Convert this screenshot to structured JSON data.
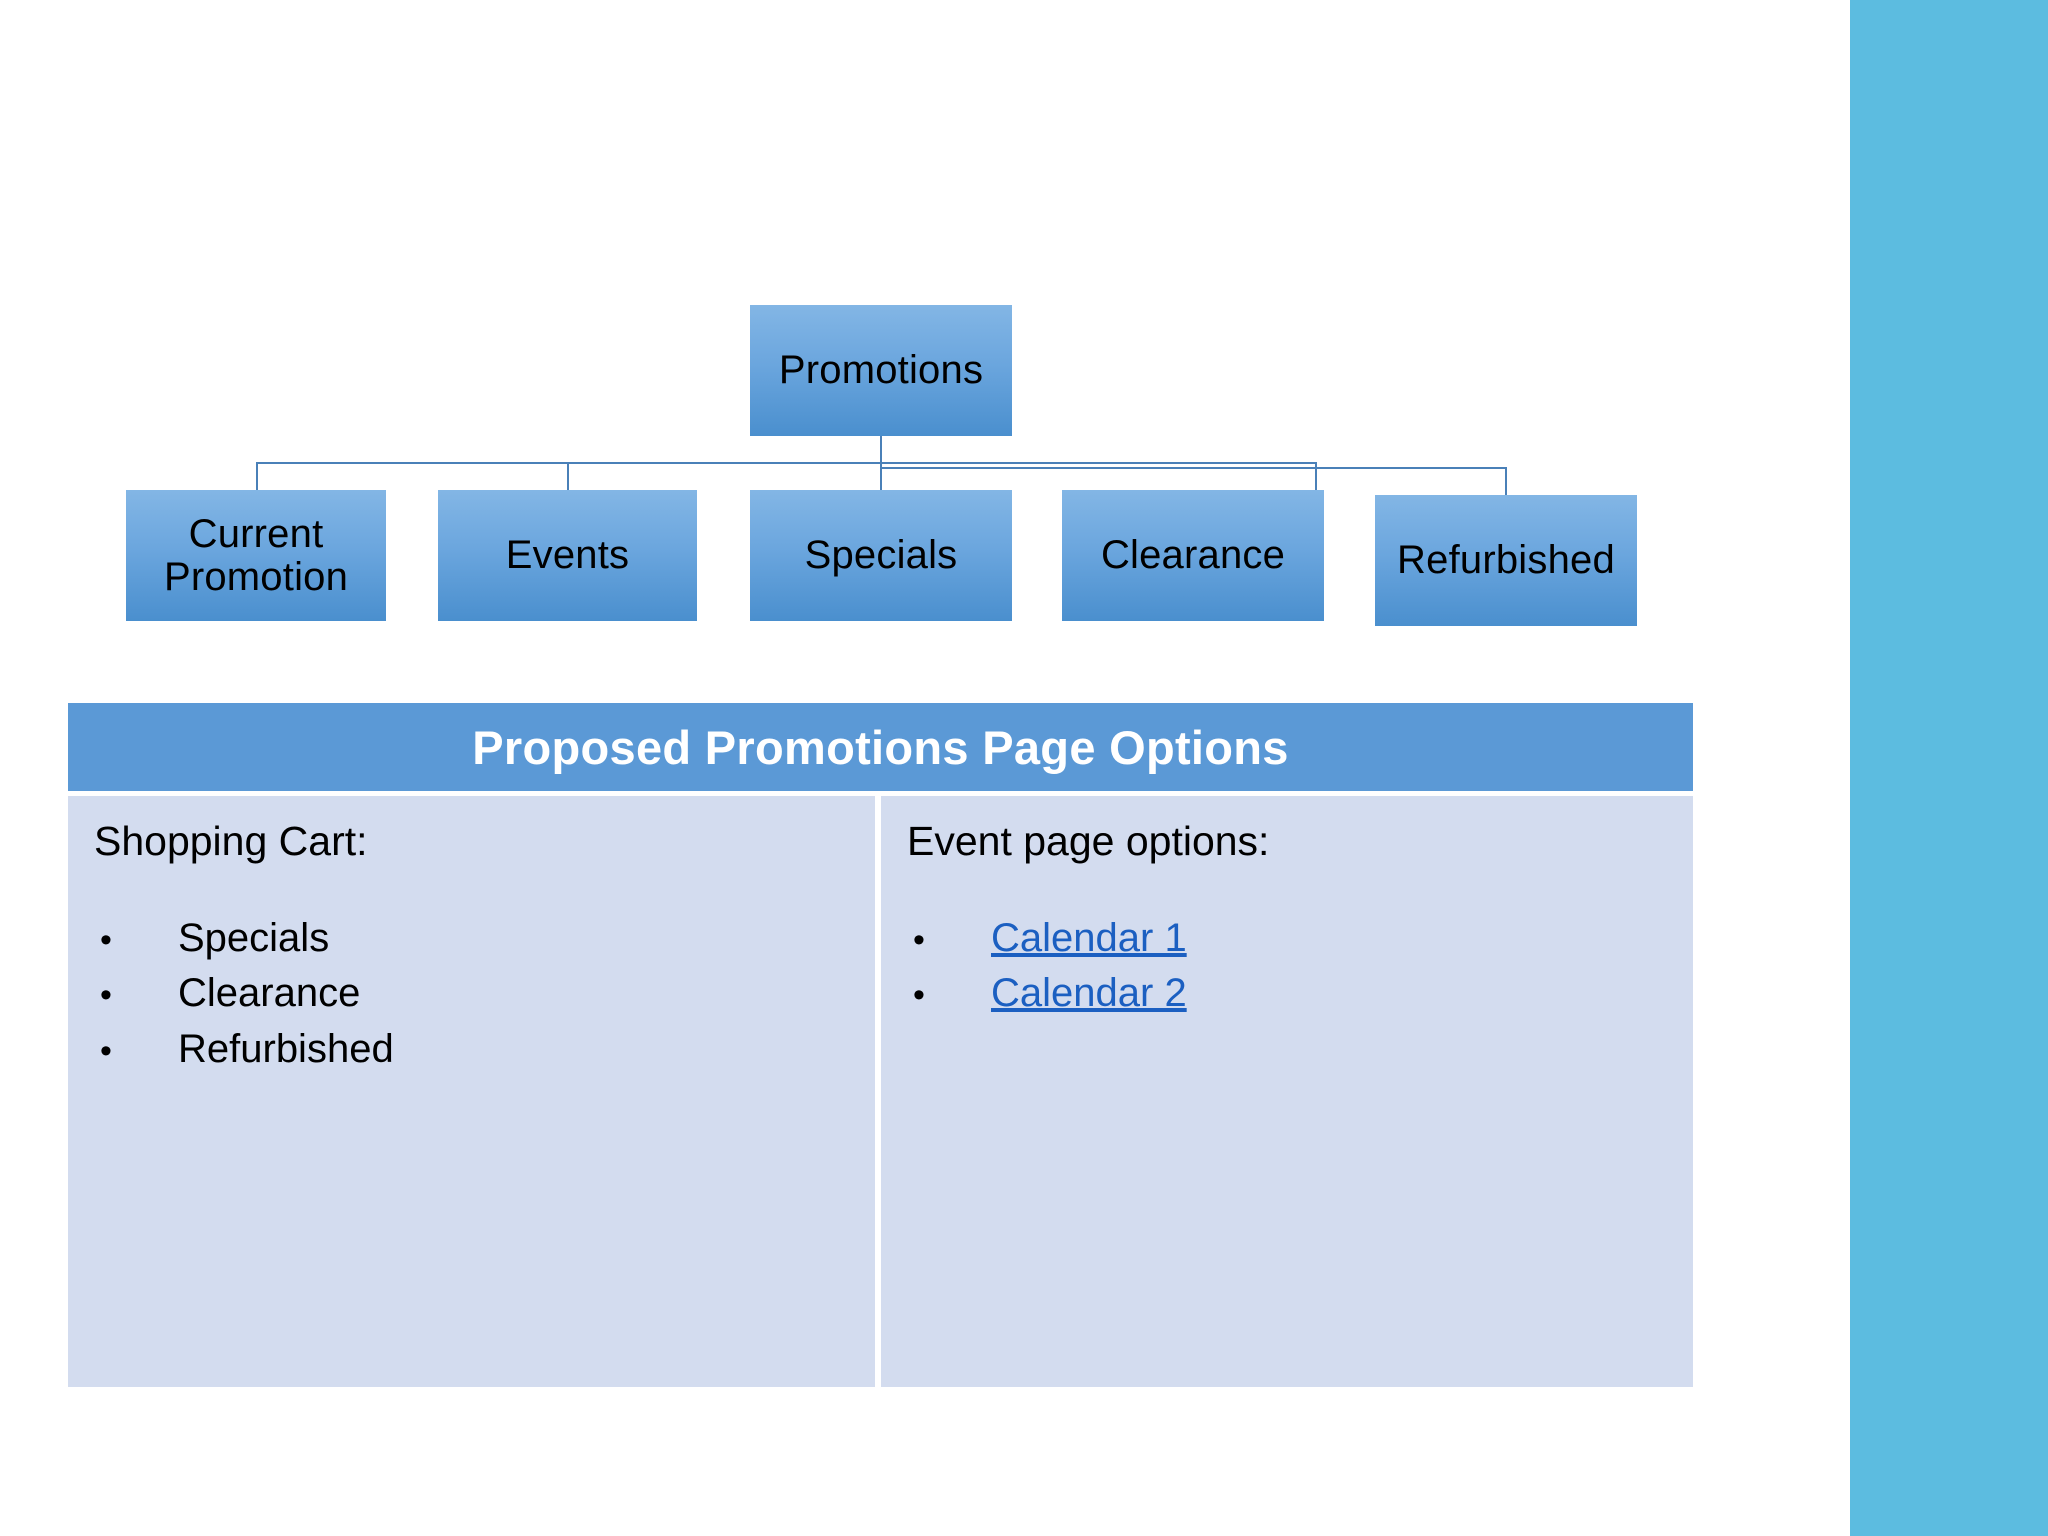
{
  "slide": {
    "background_color": "#FFFFFF",
    "accent_strip_color": "#5CBCE0",
    "node_fill_top": "#83B6E5",
    "node_fill_bottom": "#4A8FCE",
    "connector_color": "#4A80B8",
    "table_header_color": "#5B99D6",
    "table_cell_color": "#D3DCEF",
    "link_color": "#1B5FC1"
  },
  "org_chart": {
    "root": {
      "label": "Promotions"
    },
    "children": [
      {
        "label": "Current Promotion"
      },
      {
        "label": "Events"
      },
      {
        "label": "Specials"
      },
      {
        "label": "Clearance"
      },
      {
        "label": "Refurbished"
      }
    ]
  },
  "options_table": {
    "header": "Proposed Promotions Page Options",
    "columns": [
      {
        "title": "Shopping Cart:",
        "bullet_glyph": "•",
        "items": [
          {
            "label": "Specials",
            "is_link": false
          },
          {
            "label": "Clearance",
            "is_link": false
          },
          {
            "label": "Refurbished",
            "is_link": false
          }
        ]
      },
      {
        "title": "Event page options:",
        "bullet_glyph": "•",
        "items": [
          {
            "label": "Calendar 1",
            "is_link": true
          },
          {
            "label": "Calendar 2",
            "is_link": true
          }
        ]
      }
    ]
  }
}
